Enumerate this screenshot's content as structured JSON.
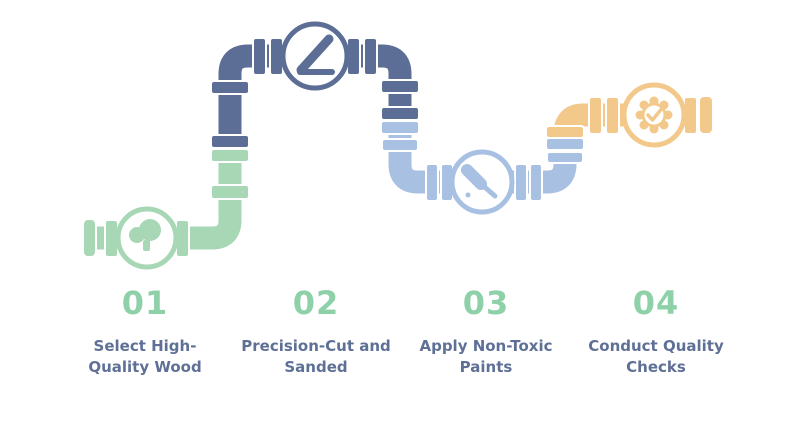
{
  "diagram_type": "process-pipeline",
  "background_color": "#ffffff",
  "colors": {
    "number_green": "#8ed1a8",
    "label_navy": "#5f7096",
    "white": "#ffffff"
  },
  "steps": [
    {
      "number": "01",
      "label": "Select High-Quality Wood",
      "icon": "tree-icon",
      "pipe_color": "#a7d7b4"
    },
    {
      "number": "02",
      "label": "Precision-Cut and Sanded",
      "icon": "saw-icon",
      "pipe_color": "#5c6e95"
    },
    {
      "number": "03",
      "label": "Apply Non-Toxic Paints",
      "icon": "paintbrush-icon",
      "pipe_color": "#a8c0e2"
    },
    {
      "number": "04",
      "label": "Conduct Quality Checks",
      "icon": "quality-seal-icon",
      "pipe_color": "#f3c98b"
    }
  ]
}
